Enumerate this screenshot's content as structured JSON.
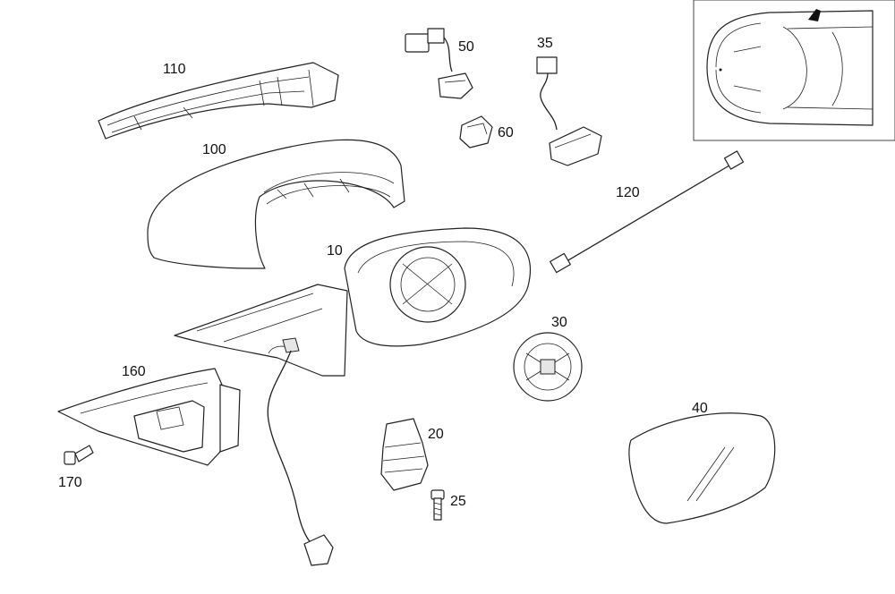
{
  "parts": [
    {
      "id": "p110",
      "number": "110"
    },
    {
      "id": "p100",
      "number": "100"
    },
    {
      "id": "p50",
      "number": "50"
    },
    {
      "id": "p60",
      "number": "60"
    },
    {
      "id": "p35",
      "number": "35"
    },
    {
      "id": "p120",
      "number": "120"
    },
    {
      "id": "p10",
      "number": "10"
    },
    {
      "id": "p30",
      "number": "30"
    },
    {
      "id": "p160",
      "number": "160"
    },
    {
      "id": "p170",
      "number": "170"
    },
    {
      "id": "p20",
      "number": "20"
    },
    {
      "id": "p25",
      "number": "25"
    },
    {
      "id": "p40",
      "number": "40"
    }
  ],
  "locator": {
    "icon": "car-top-view-icon"
  }
}
